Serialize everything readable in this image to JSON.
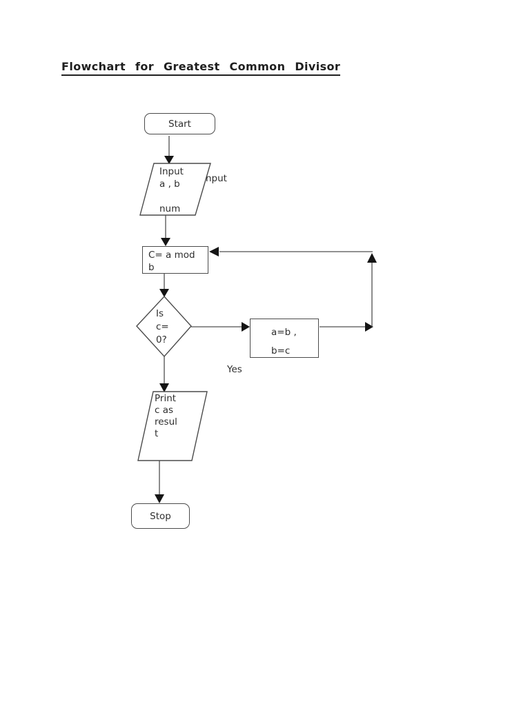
{
  "title": "Flowchart for Greatest Common Divisor",
  "nodes": {
    "start": "Start",
    "input": "Input\na , b\n\nnum",
    "input_clipped": "nput",
    "process": "C= a mod\nb",
    "decision": "Is\nc=\n0?",
    "swap": "a=b ,\nb=c",
    "print": "Print\nc as\nresul\nt",
    "stop": "Stop"
  },
  "edges": {
    "yes_label": "Yes"
  },
  "colors": {
    "background": "#ffffff",
    "ink": "#4a4a4a",
    "line": "#4f4f4f",
    "arrow": "#151515",
    "text": "#2e2e2e",
    "title": "#1f1f1f"
  }
}
